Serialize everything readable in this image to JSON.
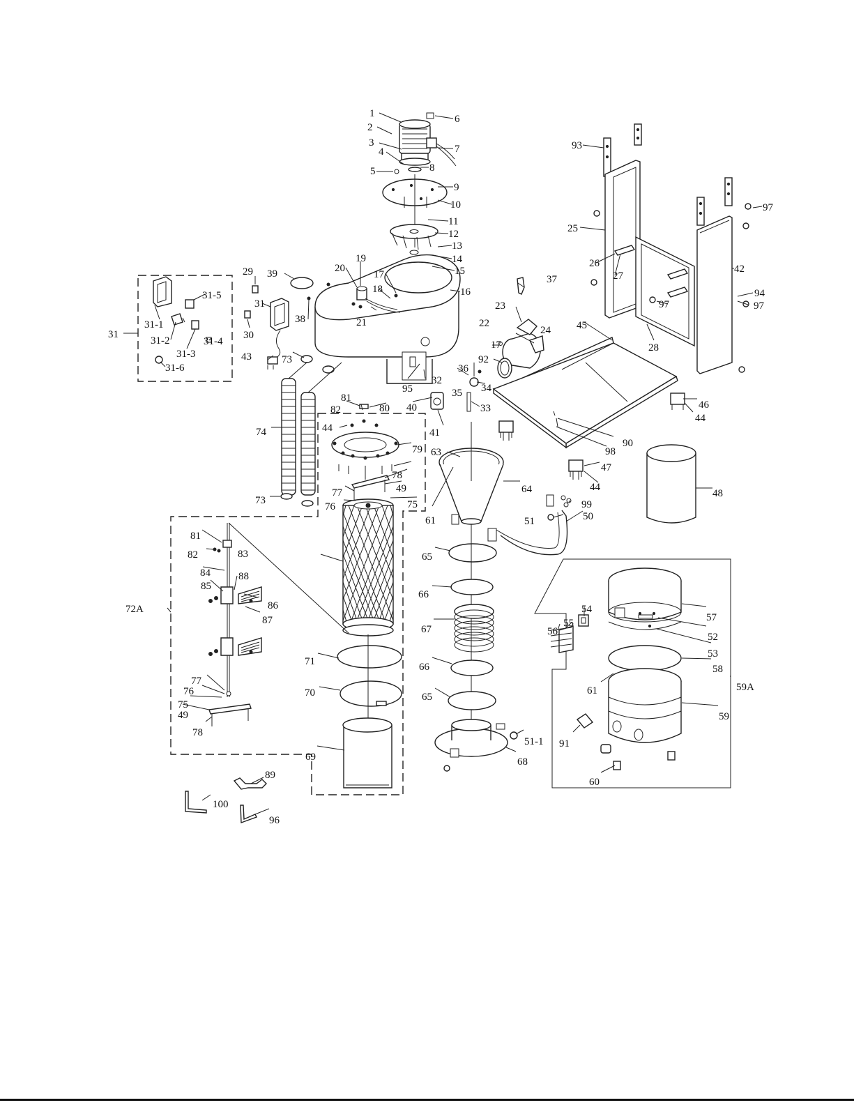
{
  "labels": [
    "1",
    "2",
    "3",
    "4",
    "5",
    "6",
    "7",
    "8",
    "9",
    "10",
    "11",
    "12",
    "13",
    "14",
    "15",
    "16",
    "17",
    "18",
    "19",
    "20",
    "21",
    "22",
    "23",
    "24",
    "25",
    "26",
    "27",
    "28",
    "29",
    "30",
    "31",
    "31-1",
    "31-2",
    "31-3",
    "31-4",
    "31-5",
    "31-6",
    "32",
    "33",
    "34",
    "35",
    "36",
    "37",
    "38",
    "39",
    "40",
    "41",
    "42",
    "43",
    "44",
    "45",
    "46",
    "47",
    "48",
    "49",
    "50",
    "51",
    "51-1",
    "52",
    "53",
    "54",
    "55",
    "56",
    "57",
    "58",
    "59",
    "59A",
    "60",
    "61",
    "63",
    "64",
    "65",
    "66",
    "67",
    "68",
    "69",
    "70",
    "71",
    "72A",
    "73",
    "74",
    "75",
    "76",
    "77",
    "78",
    "79",
    "80",
    "81",
    "82",
    "83",
    "84",
    "85",
    "86",
    "87",
    "88",
    "89",
    "90",
    "91",
    "92",
    "93",
    "94",
    "95",
    "96",
    "97",
    "98",
    "99",
    "100"
  ]
}
